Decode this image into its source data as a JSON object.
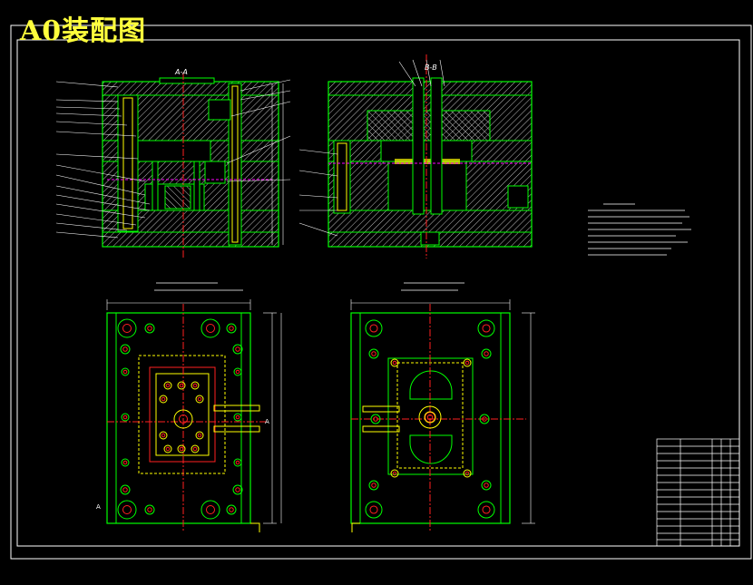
{
  "sheet": {
    "title": "A0装配图",
    "colors": {
      "background": "#000000",
      "frame": "#ffffff",
      "outline": "#00ff00",
      "hatch": "#bdbdbd",
      "centerline": "#ff2020",
      "title_text": "#ffff3c",
      "dimension": "#ffffff",
      "guide": "#ffff00",
      "hidden": "#ff00ff"
    }
  },
  "views": {
    "section_a_label": "A-A",
    "section_b_label": "B-B",
    "cut_mark": "A"
  }
}
